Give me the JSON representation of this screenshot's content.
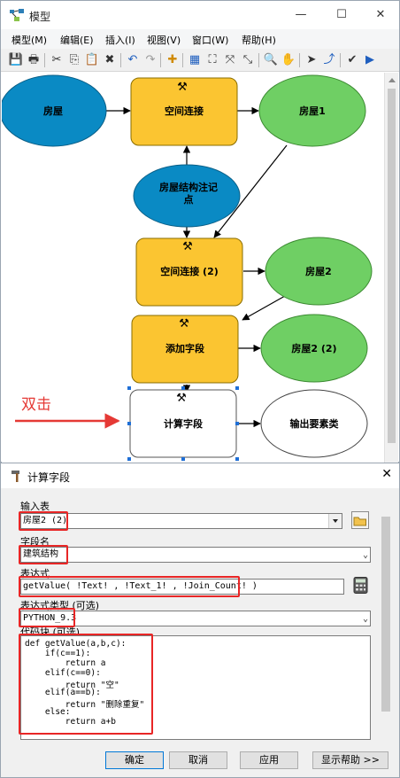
{
  "model_window": {
    "title": "模型",
    "menu": [
      "模型(M)",
      "编辑(E)",
      "插入(I)",
      "视图(V)",
      "窗口(W)",
      "帮助(H)"
    ],
    "nodes": {
      "input_house": "房屋",
      "spatial_join_1": "空间连接",
      "house1": "房屋1",
      "annotation_1": "房屋结构注记",
      "annotation_2": "点",
      "spatial_join_2": "空间连接 (2)",
      "house2": "房屋2",
      "add_field": "添加字段",
      "house2_2": "房屋2 (2)",
      "calc_field": "计算字段",
      "output": "输出要素类"
    },
    "annotation": "双击",
    "colors": {
      "data_blue": "#0a8ac4",
      "tool_yellow": "#fbc531",
      "output_green": "#6fcf64",
      "arrow_red": "#e53935"
    }
  },
  "dialog": {
    "title": "计算字段",
    "input_table_label": "输入表",
    "input_table_value": "房屋2 (2)",
    "field_name_label": "字段名",
    "field_name_value": "建筑结构",
    "expression_label": "表达式",
    "expression_value": "getValue( !Text! , !Text_1! , !Join_Count! )",
    "expr_type_label": "表达式类型 (可选)",
    "expr_type_value": "PYTHON_9.3",
    "codeblock_label": "代码块 (可选)",
    "code_lines": [
      "def getValue(a,b,c):",
      "    if(c==1):",
      "        return a",
      "    elif(c==0):",
      "        return \"空\"",
      "    elif(a==b):",
      "        return \"删除重复\"",
      "    else:",
      "        return a+b"
    ],
    "buttons": {
      "ok": "确定",
      "cancel": "取消",
      "apply": "应用",
      "help": "显示帮助 >>"
    }
  }
}
